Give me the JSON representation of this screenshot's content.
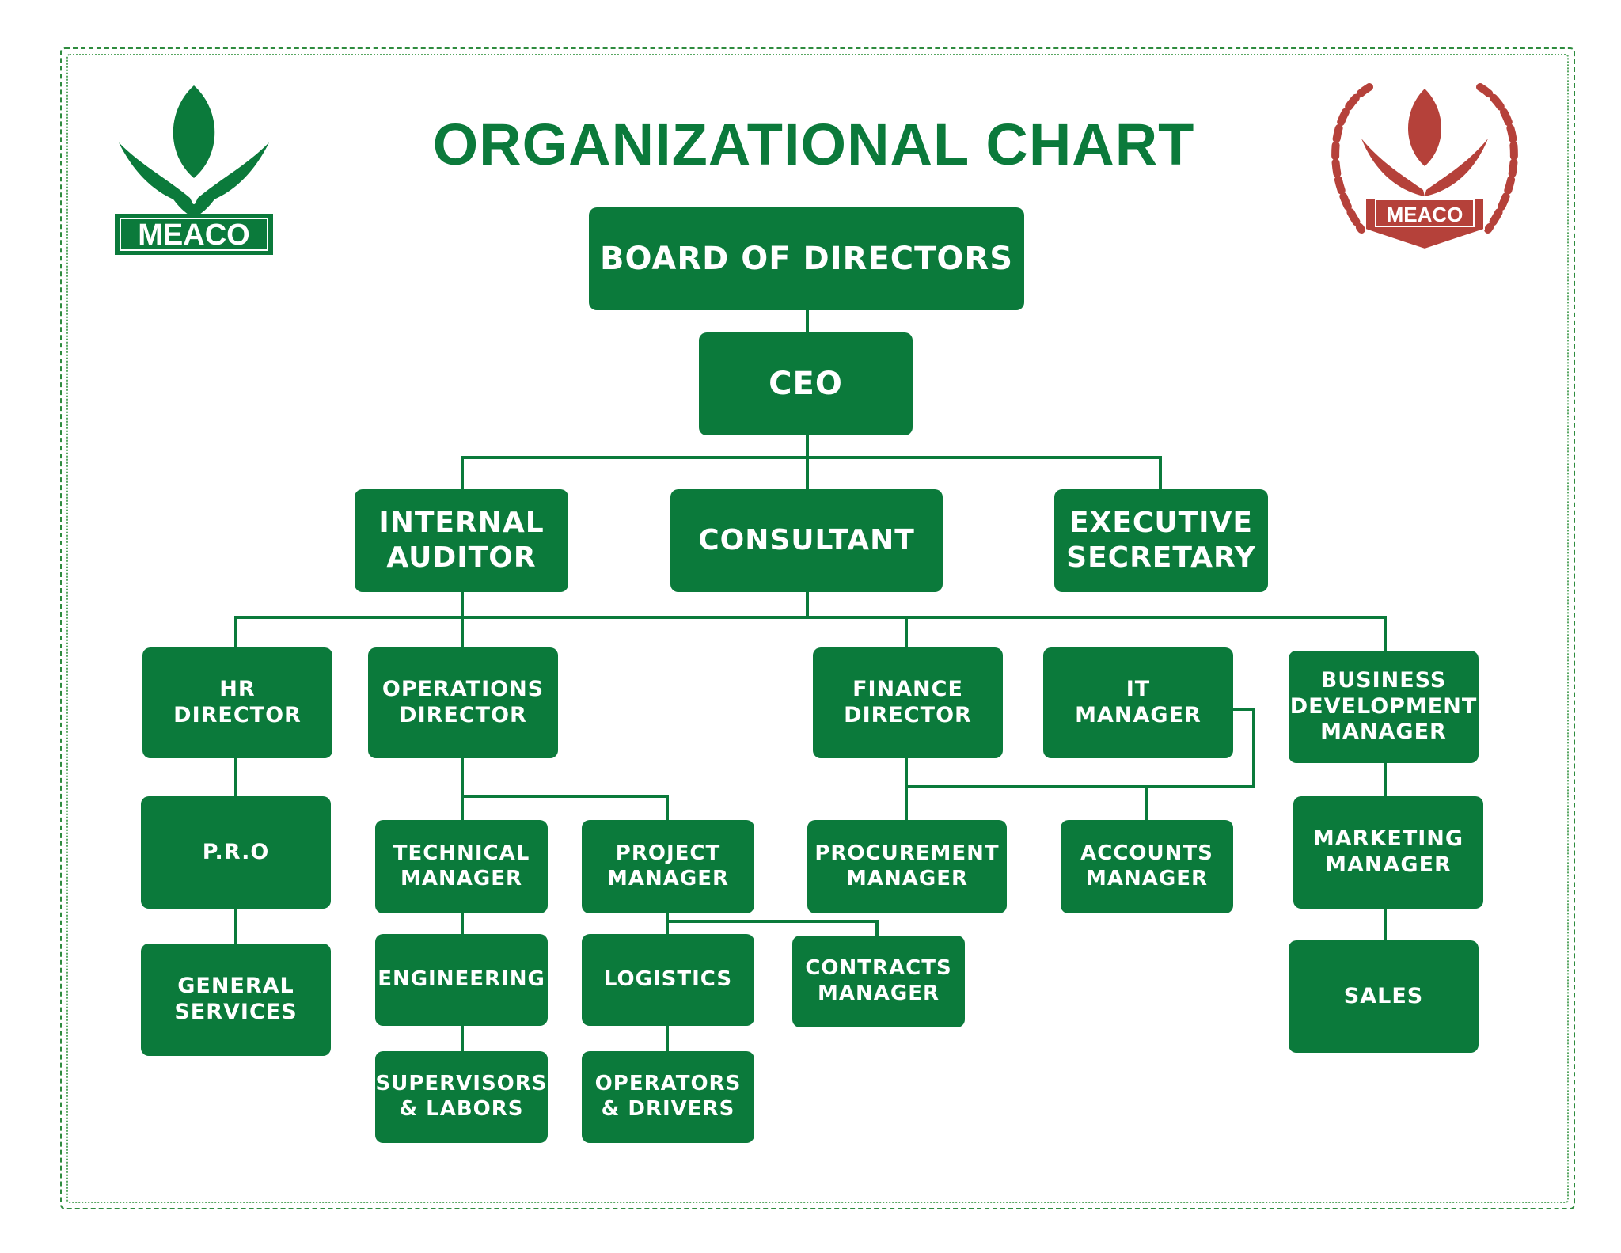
{
  "title": "ORGANIZATIONAL CHART",
  "logos": {
    "left_text": "MEACO",
    "right_text": "MEACO"
  },
  "colors": {
    "brand_green": "#0b7a3b",
    "seal_red": "#b5413a",
    "border_green": "#2e8b3e"
  },
  "nodes": {
    "board": "BOARD OF DIRECTORS",
    "ceo": "CEO",
    "internal_auditor": "INTERNAL\nAUDITOR",
    "consultant": "CONSULTANT",
    "executive_secretary": "EXECUTIVE\nSECRETARY",
    "hr_director": "HR\nDIRECTOR",
    "operations_director": "OPERATIONS\nDIRECTOR",
    "finance_director": "FINANCE\nDIRECTOR",
    "it_manager": "IT\nMANAGER",
    "business_development_manager": "BUSINESS\nDEVELOPMENT\nMANAGER",
    "pro": "P.R.O",
    "general_services": "GENERAL\nSERVICES",
    "technical_manager": "TECHNICAL\nMANAGER",
    "project_manager": "PROJECT\nMANAGER",
    "procurement_manager": "PROCUREMENT\nMANAGER",
    "accounts_manager": "ACCOUNTS\nMANAGER",
    "marketing_manager": "MARKETING\nMANAGER",
    "engineering": "ENGINEERING",
    "logistics": "LOGISTICS",
    "contracts_manager": "CONTRACTS\nMANAGER",
    "sales": "SALES",
    "supervisors_labors": "SUPERVISORS\n& LABORS",
    "operators_drivers": "OPERATORS\n& DRIVERS"
  }
}
